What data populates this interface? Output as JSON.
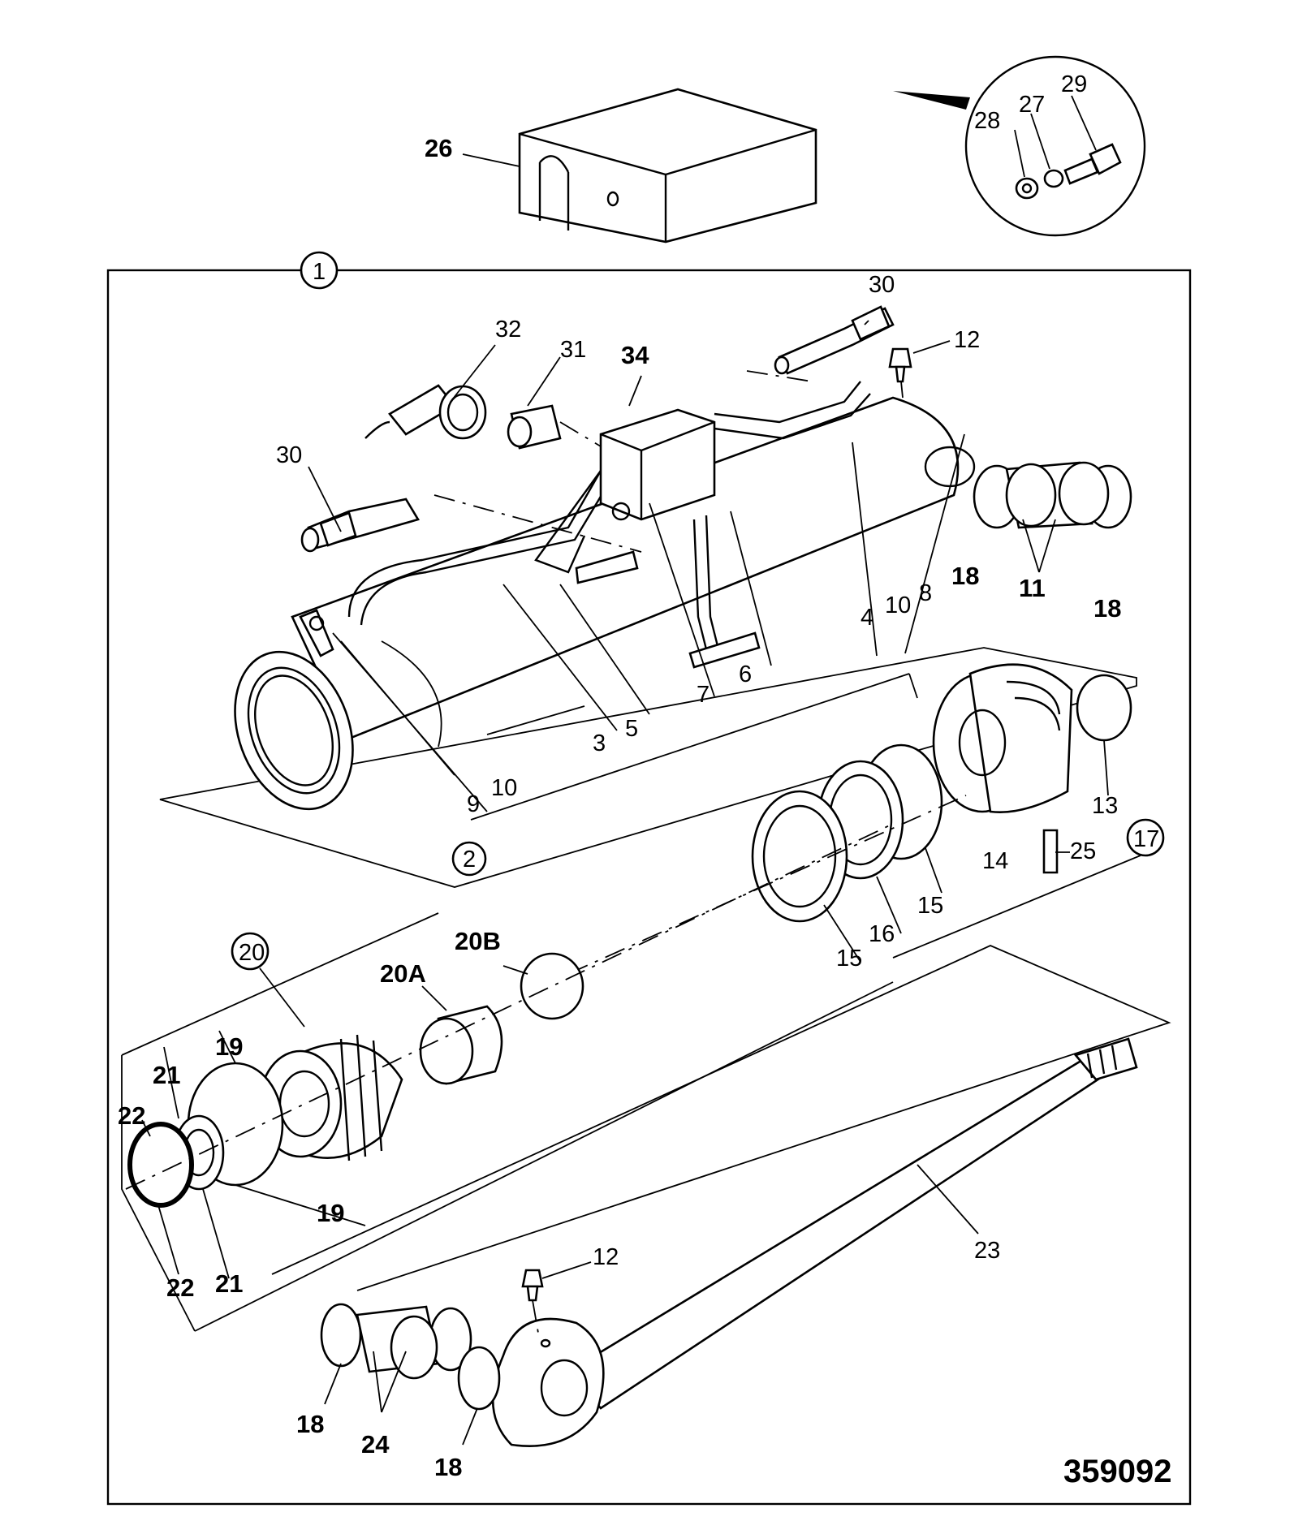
{
  "drawing_number": "359092",
  "labels": {
    "l1": "1",
    "l2": "2",
    "l3": "3",
    "l4": "4",
    "l5": "5",
    "l6": "6",
    "l7": "7",
    "l8": "8",
    "l9": "9",
    "l10a": "10",
    "l10b": "10",
    "l11": "11",
    "l12a": "12",
    "l12b": "12",
    "l13": "13",
    "l14": "14",
    "l15a": "15",
    "l15b": "15",
    "l16": "16",
    "l17": "17",
    "l18a": "18",
    "l18b": "18",
    "l18c": "18",
    "l18d": "18",
    "l19a": "19",
    "l19b": "19",
    "l20": "20",
    "l20a": "20A",
    "l20b": "20B",
    "l21a": "21",
    "l21b": "21",
    "l22a": "22",
    "l22b": "22",
    "l23": "23",
    "l24": "24",
    "l25": "25",
    "l26": "26",
    "l27": "27",
    "l28": "28",
    "l29": "29",
    "l30a": "30",
    "l30b": "30",
    "l31": "31",
    "l32": "32",
    "l34": "34"
  },
  "colors": {
    "line": "#000000",
    "background": "#ffffff"
  }
}
